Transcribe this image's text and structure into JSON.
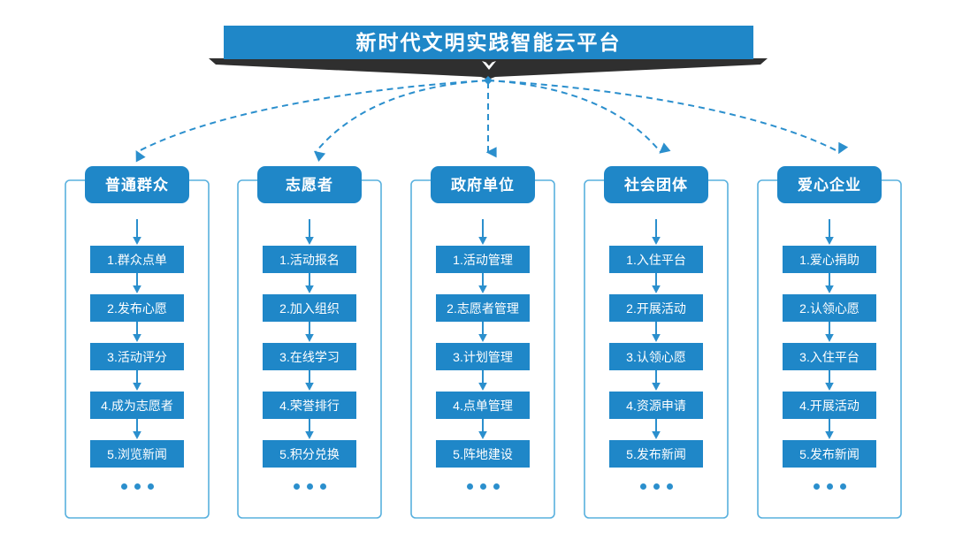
{
  "diagram": {
    "title": "新时代文明实践智能云平台",
    "accent_color": "#1f87c8",
    "ribbon_color": "#2f2f2f",
    "columns": [
      {
        "header": "普通群众",
        "items": [
          "1.群众点单",
          "2.发布心愿",
          "3.活动评分",
          "4.成为志愿者",
          "5.浏览新闻"
        ],
        "more": "•••"
      },
      {
        "header": "志愿者",
        "items": [
          "1.活动报名",
          "2.加入组织",
          "3.在线学习",
          "4.荣誉排行",
          "5.积分兑换"
        ],
        "more": "•••"
      },
      {
        "header": "政府单位",
        "items": [
          "1.活动管理",
          "2.志愿者管理",
          "3.计划管理",
          "4.点单管理",
          "5.阵地建设"
        ],
        "more": "•••"
      },
      {
        "header": "社会团体",
        "items": [
          "1.入住平台",
          "2.开展活动",
          "3.认领心愿",
          "4.资源申请",
          "5.发布新闻"
        ],
        "more": "•••"
      },
      {
        "header": "爱心企业",
        "items": [
          "1.爱心捐助",
          "2.认领心愿",
          "3.入住平台",
          "4.开展活动",
          "5.发布新闻"
        ],
        "more": "•••"
      }
    ]
  }
}
